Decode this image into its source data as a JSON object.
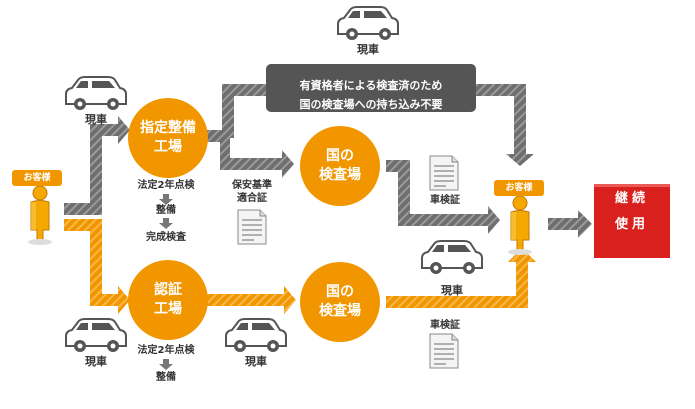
{
  "customer_start": {
    "badge": "お客様"
  },
  "customer_end": {
    "badge": "お客様"
  },
  "designated_factory": {
    "line1": "指定整備",
    "line2": "工場"
  },
  "certified_factory": {
    "line1": "認証",
    "line2": "工場"
  },
  "inspection_top": {
    "line1": "国の",
    "line2": "検査場"
  },
  "inspection_bottom": {
    "line1": "国の",
    "line2": "検査場"
  },
  "banner": {
    "line1": "有資格者による検査済のため",
    "line2": "国の検査場への持ち込み不要"
  },
  "final": {
    "line1": "継続",
    "line2": "使用"
  },
  "labels": {
    "car_top": "現車",
    "car_left_top": "現車",
    "car_left_bottom": "現車",
    "car_mid_bottom": "現車",
    "car_right": "現車",
    "steps_top_1": "法定2年点検",
    "steps_top_2": "整備",
    "steps_top_3": "完成検査",
    "steps_bottom_1": "法定2年点検",
    "steps_bottom_2": "整備",
    "safety_cert_1": "保安基準",
    "safety_cert_2": "適合証",
    "vehicle_cert_top": "車検証",
    "vehicle_cert_bottom": "車検証"
  },
  "colors": {
    "orange": "#f29600",
    "orange_light": "#f8a91c",
    "gray_arrow": "#6e6e6e",
    "banner_gray": "#555555",
    "final_red": "#d9201c"
  }
}
